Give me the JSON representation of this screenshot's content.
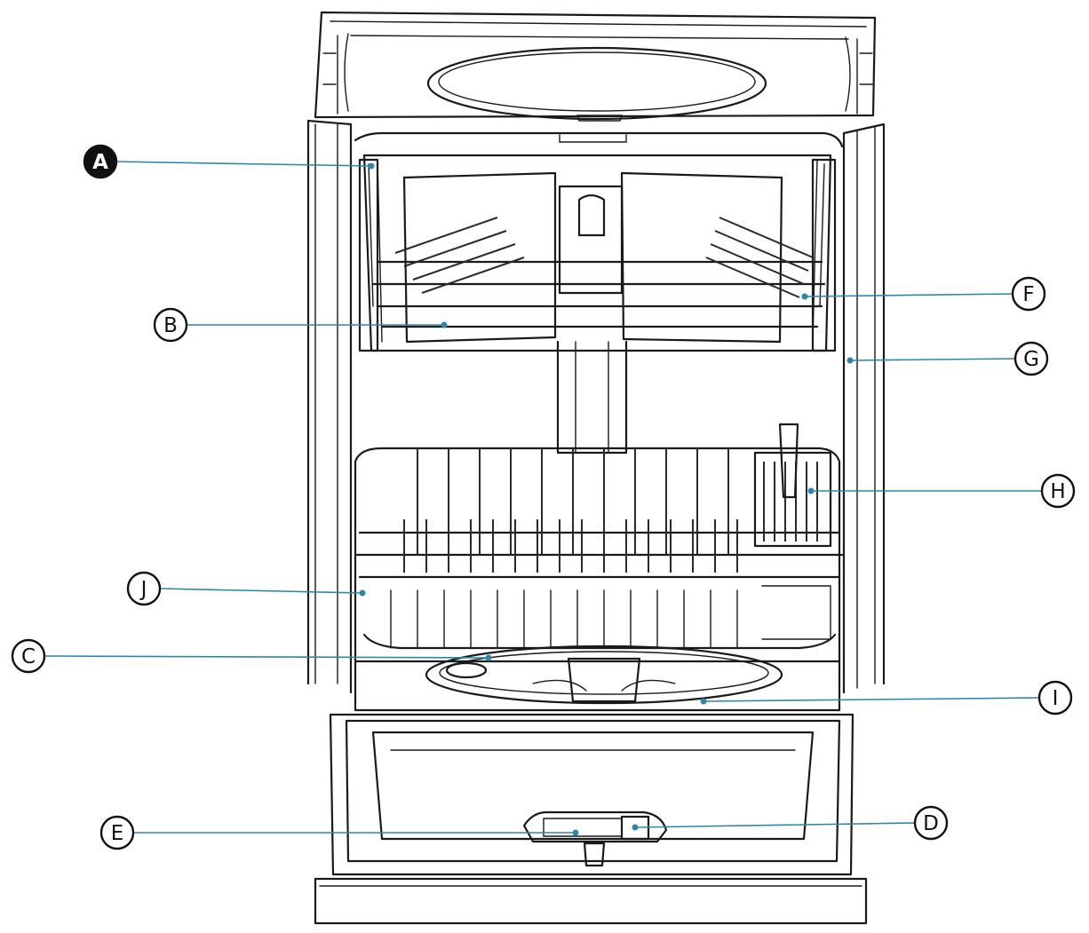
{
  "diagram": {
    "subject": "dishwasher-interior",
    "callouts": [
      {
        "id": "a",
        "label": "A"
      },
      {
        "id": "b",
        "label": "B"
      },
      {
        "id": "c",
        "label": "C"
      },
      {
        "id": "d",
        "label": "D"
      },
      {
        "id": "e",
        "label": "E"
      },
      {
        "id": "f",
        "label": "F"
      },
      {
        "id": "g",
        "label": "G"
      },
      {
        "id": "h",
        "label": "H"
      },
      {
        "id": "i",
        "label": "I"
      },
      {
        "id": "j",
        "label": "J"
      }
    ],
    "colors": {
      "leader": "#2f86a8",
      "outline": "#1a1a1a",
      "background": "#ffffff"
    }
  }
}
